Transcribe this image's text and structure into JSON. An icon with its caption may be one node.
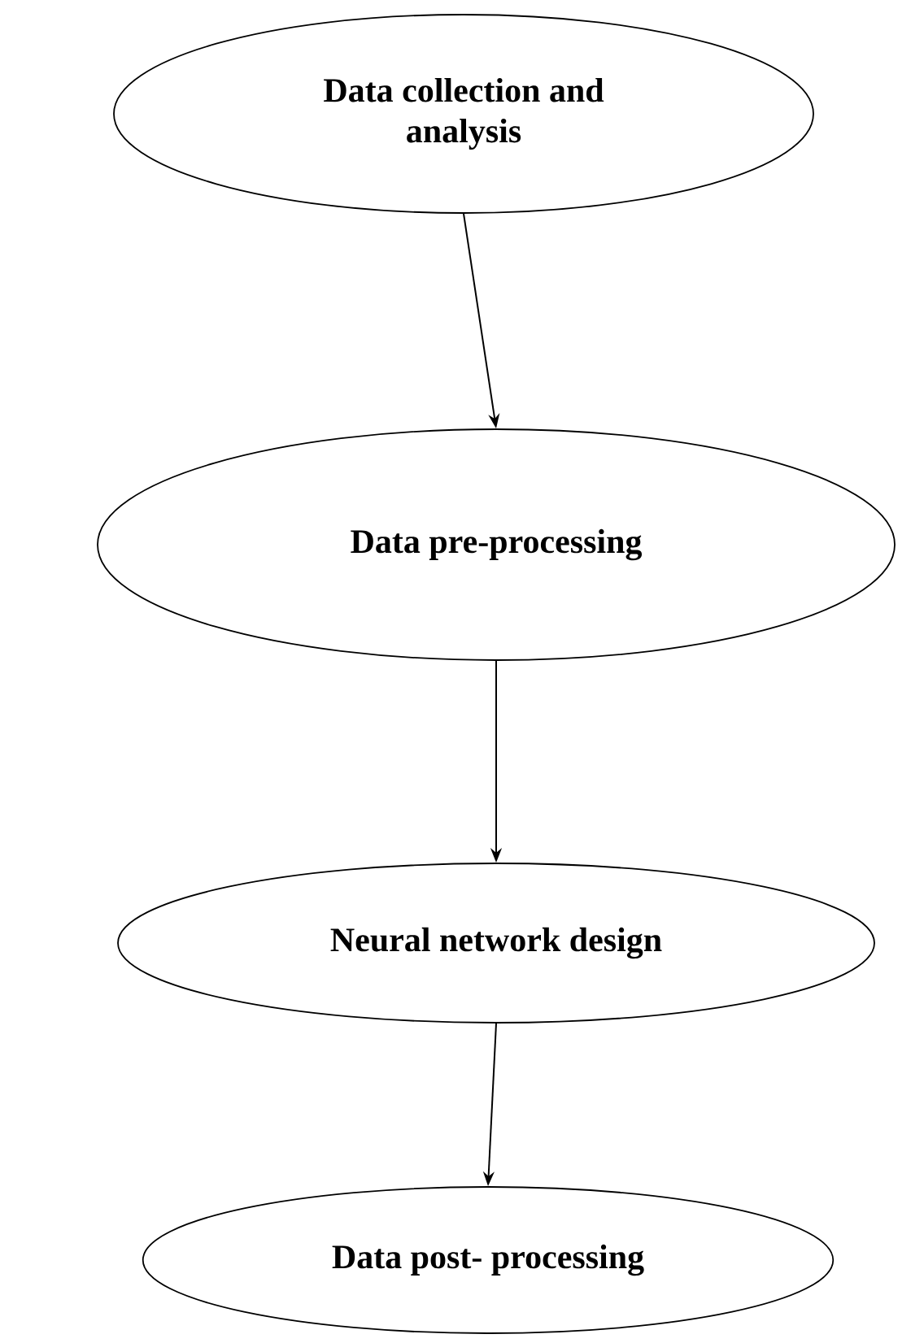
{
  "diagram": {
    "nodes": [
      {
        "text": [
          "Data collection and analysis"
        ]
      },
      {
        "text": [
          "Data pre-processing"
        ]
      },
      {
        "text": [
          "Neural network design"
        ]
      },
      {
        "text": [
          "Data post- processing"
        ]
      }
    ],
    "edges": [
      {
        "from": 0,
        "to": 1,
        "arrow": "to"
      },
      {
        "from": 1,
        "to": 2,
        "arrow": "to"
      },
      {
        "from": 2,
        "to": 3,
        "arrow": "to"
      }
    ]
  }
}
